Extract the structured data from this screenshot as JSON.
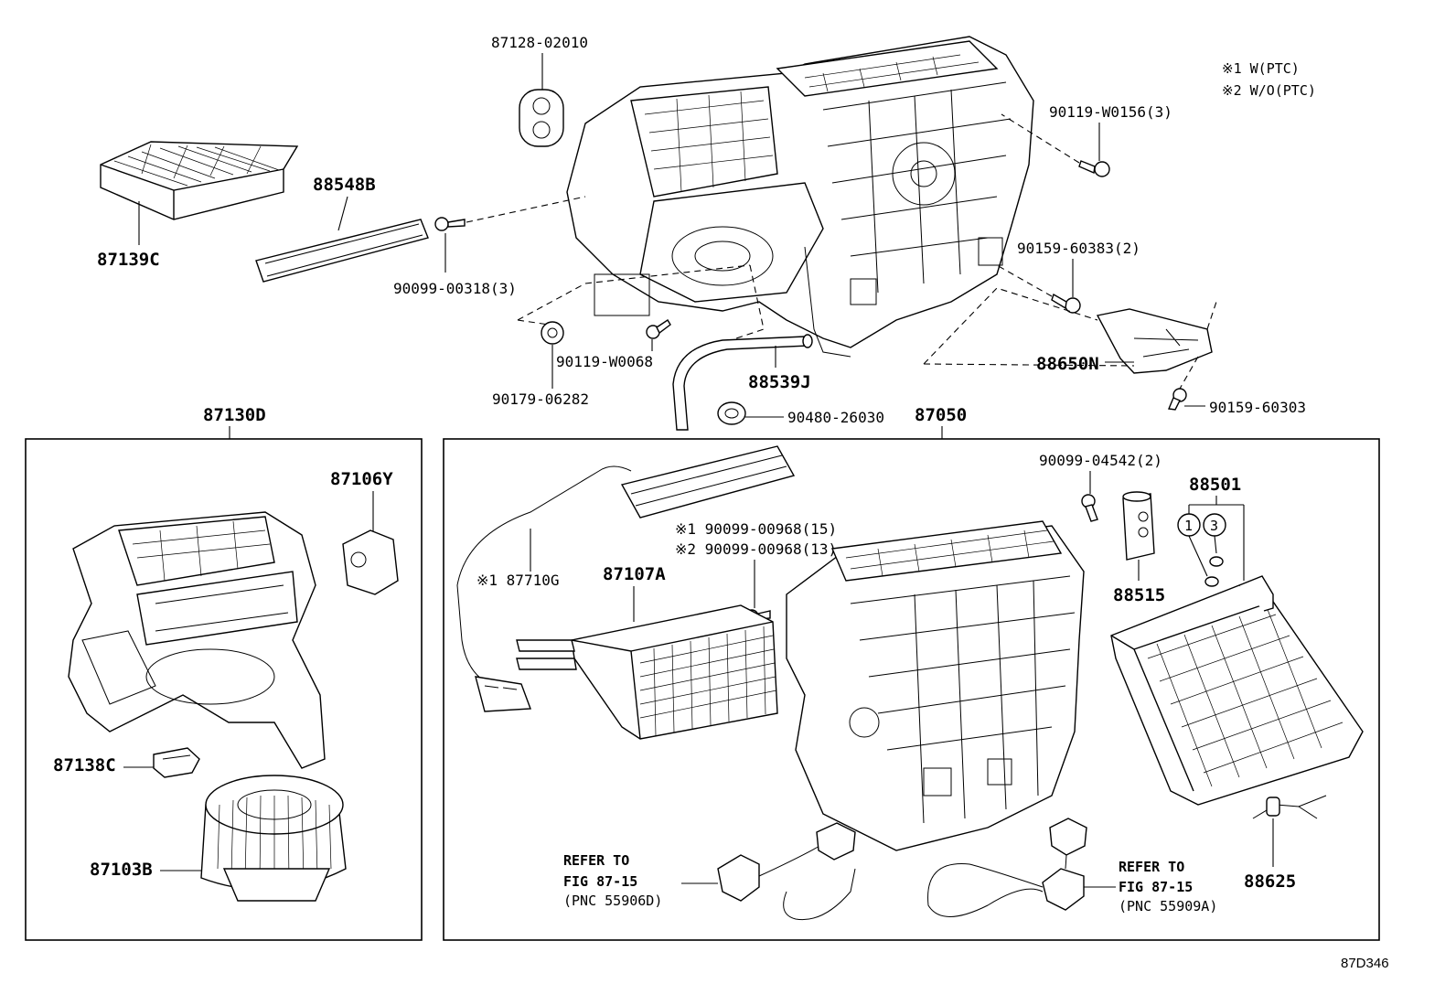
{
  "legend": {
    "line1": "※1  W(PTC)",
    "line2": "※2  W/O(PTC)"
  },
  "parts": {
    "p87128": "87128-02010",
    "p88548": "88548B",
    "p87139": "87139C",
    "p90099_318": "90099-00318(3)",
    "p90119_0068": "90119-W0068",
    "p90179": "90179-06282",
    "p88539": "88539J",
    "p90480": "90480-26030",
    "p90119_0156": "90119-W0156(3)",
    "p90159_383": "90159-60383(2)",
    "p88650": "88650N",
    "p90159_303": "90159-60303",
    "p87130": "87130D",
    "p87050": "87050",
    "p87106": "87106Y",
    "p87138": "87138C",
    "p87103": "87103B",
    "p87710": "※1 87710G",
    "p87107": "87107A",
    "p90099_968a": "※1 90099-00968(15)",
    "p90099_968b": "※2 90099-00968(13)",
    "p90099_542": "90099-04542(2)",
    "p88501": "88501",
    "p88515": "88515",
    "p88625": "88625",
    "circle1": "1",
    "circle3": "3"
  },
  "refs": {
    "left_line1": "REFER TO",
    "left_line2": "FIG 87-15",
    "left_line3": "(PNC 55906D)",
    "right_line1": "REFER TO",
    "right_line2": "FIG 87-15",
    "right_line3": "(PNC 55909A)"
  },
  "diagram_id": "87D346"
}
